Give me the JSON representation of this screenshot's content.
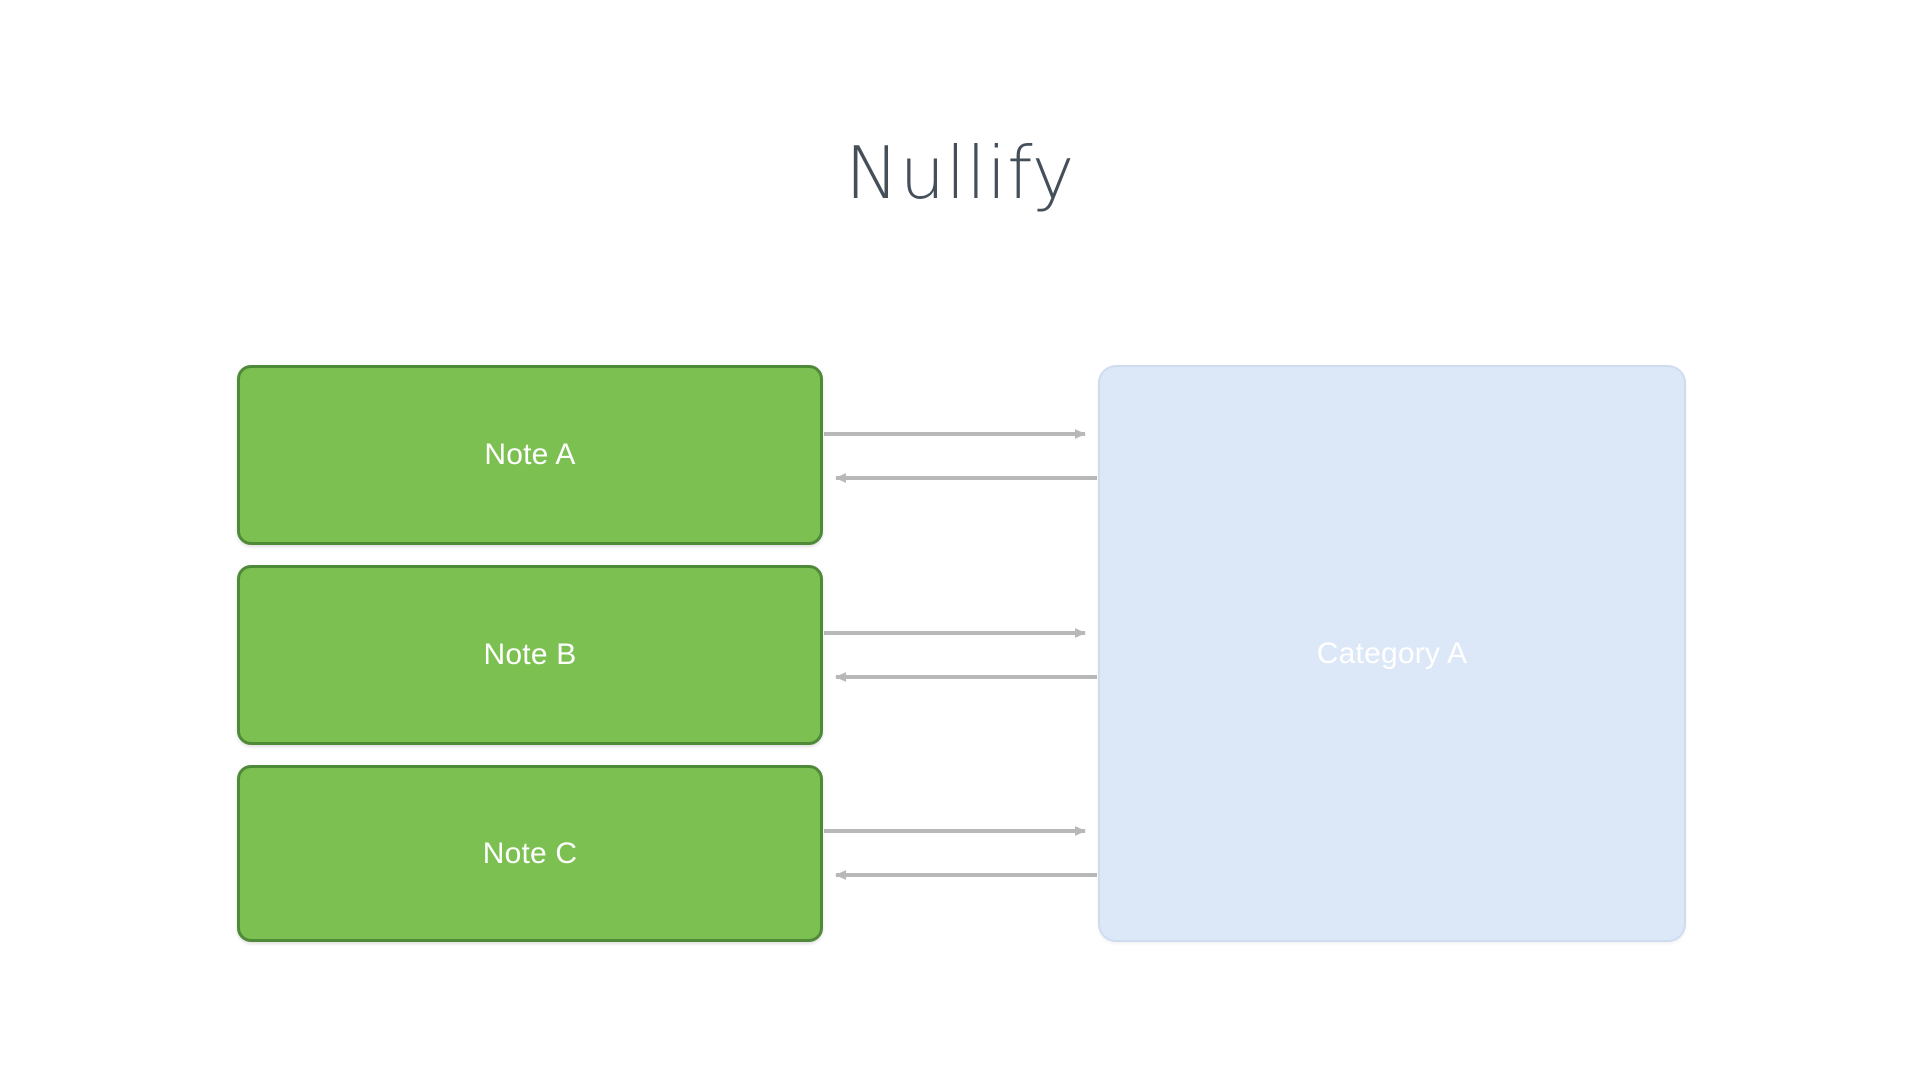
{
  "page": {
    "title": "Nullify",
    "background_color": "#ffffff",
    "title_color": "#444f5a"
  },
  "colors": {
    "note_fill": "#7cc052",
    "note_border": "#4f8a38",
    "note_text": "#ffffff",
    "category_fill": "#dce7f8",
    "category_border": "#cfdcf0",
    "category_text": "#ffffff",
    "edge_color": "#b8b8b8"
  },
  "nodes": {
    "notes": [
      {
        "id": "note-a",
        "label": "Note A"
      },
      {
        "id": "note-b",
        "label": "Note B"
      },
      {
        "id": "note-c",
        "label": "Note C"
      }
    ],
    "categories": [
      {
        "id": "category-a",
        "label": "Category A"
      }
    ]
  },
  "edges": [
    {
      "from": "note-a",
      "to": "category-a",
      "direction": "right"
    },
    {
      "from": "category-a",
      "to": "note-a",
      "direction": "left"
    },
    {
      "from": "note-b",
      "to": "category-a",
      "direction": "right"
    },
    {
      "from": "category-a",
      "to": "note-b",
      "direction": "left"
    },
    {
      "from": "note-c",
      "to": "category-a",
      "direction": "right"
    },
    {
      "from": "category-a",
      "to": "note-c",
      "direction": "left"
    }
  ]
}
